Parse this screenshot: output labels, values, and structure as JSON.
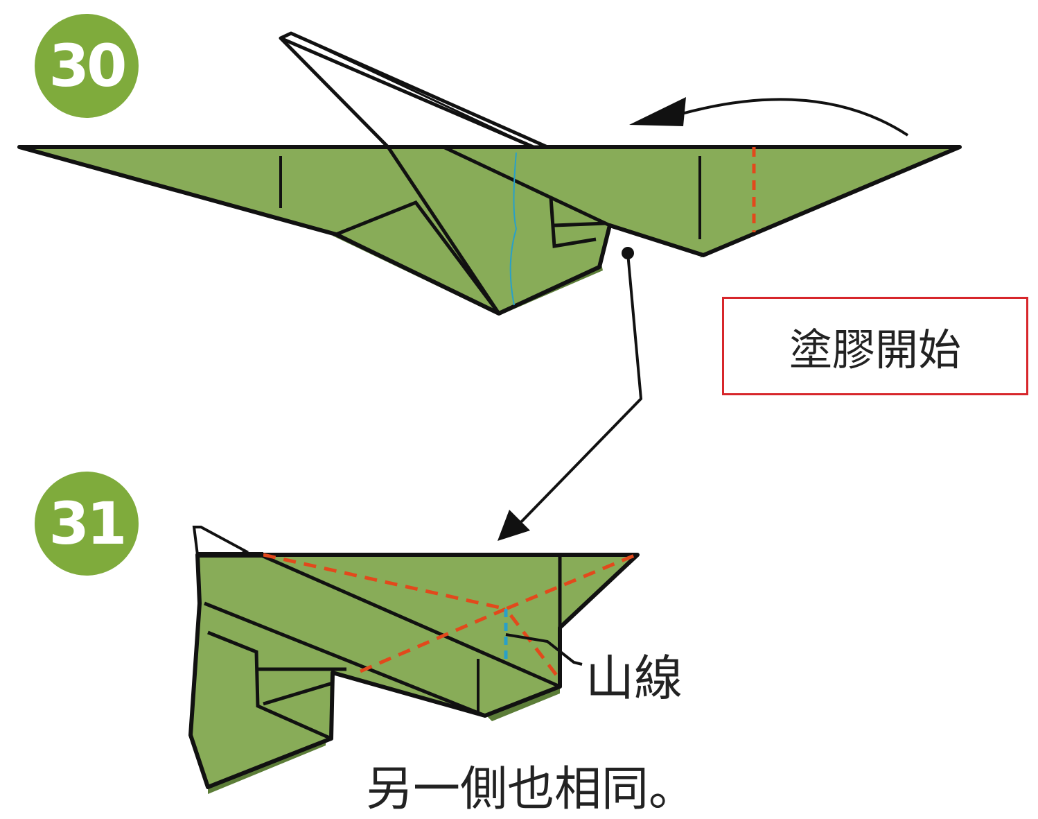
{
  "steps": [
    {
      "number": "30"
    },
    {
      "number": "31"
    }
  ],
  "glue_note": "塗膠開始",
  "mountain_fold_label": "山線",
  "repeat_note": "另一側也相同。",
  "colors": {
    "badge": "#7fab3c",
    "paper": "#88ac58",
    "paper_shadow": "#5c7d38",
    "fold_line": "#e2491c",
    "note_border": "#d7262b",
    "guide_line": "#29a0c8"
  },
  "icons": [
    "fold-arrow-icon",
    "pointer-arrow-icon"
  ]
}
